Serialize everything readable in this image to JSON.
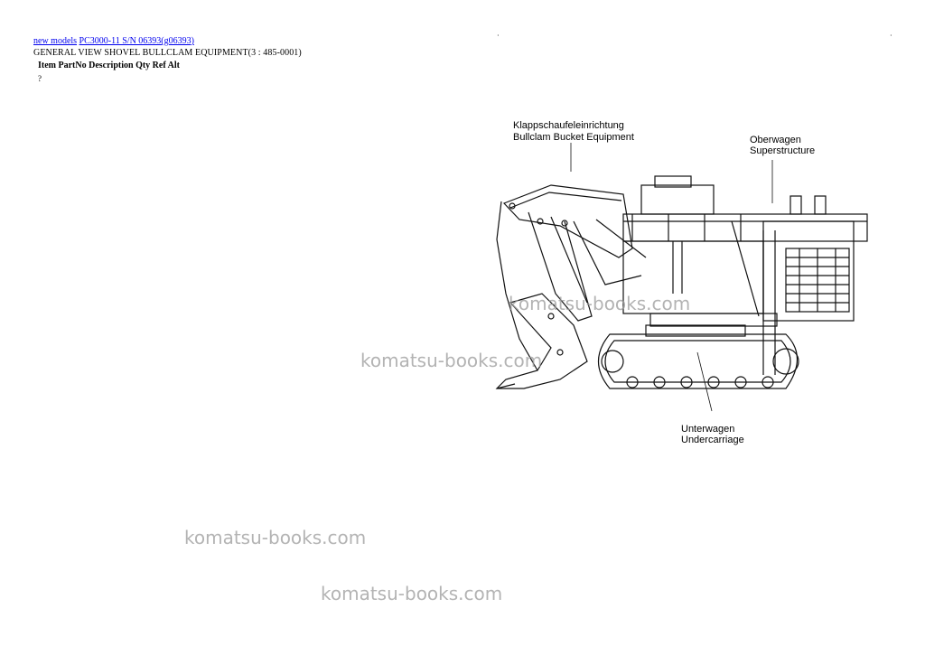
{
  "breadcrumb": {
    "link1": "new models",
    "link2": "PC3000-11 S/N 06393(g06393)"
  },
  "subtitle": "GENERAL VIEW SHOVEL BULLCLAM EQUIPMENT(3 : 485-0001)",
  "table_header": [
    "Item",
    "PartNo",
    "Description",
    "Qty",
    "Ref",
    "Alt"
  ],
  "row_marker": "?",
  "diagram_labels": {
    "bucket_de": "Klappschaufeleinrichtung",
    "bucket_en": "Bullclam Bucket Equipment",
    "super_de": "Oberwagen",
    "super_en": "Superstructure",
    "under_de": "Unterwagen",
    "under_en": "Undercarriage"
  },
  "watermarks": [
    "komatsu-books.com",
    "komatsu-books.com",
    "komatsu-books.com",
    "komatsu-books.com"
  ]
}
